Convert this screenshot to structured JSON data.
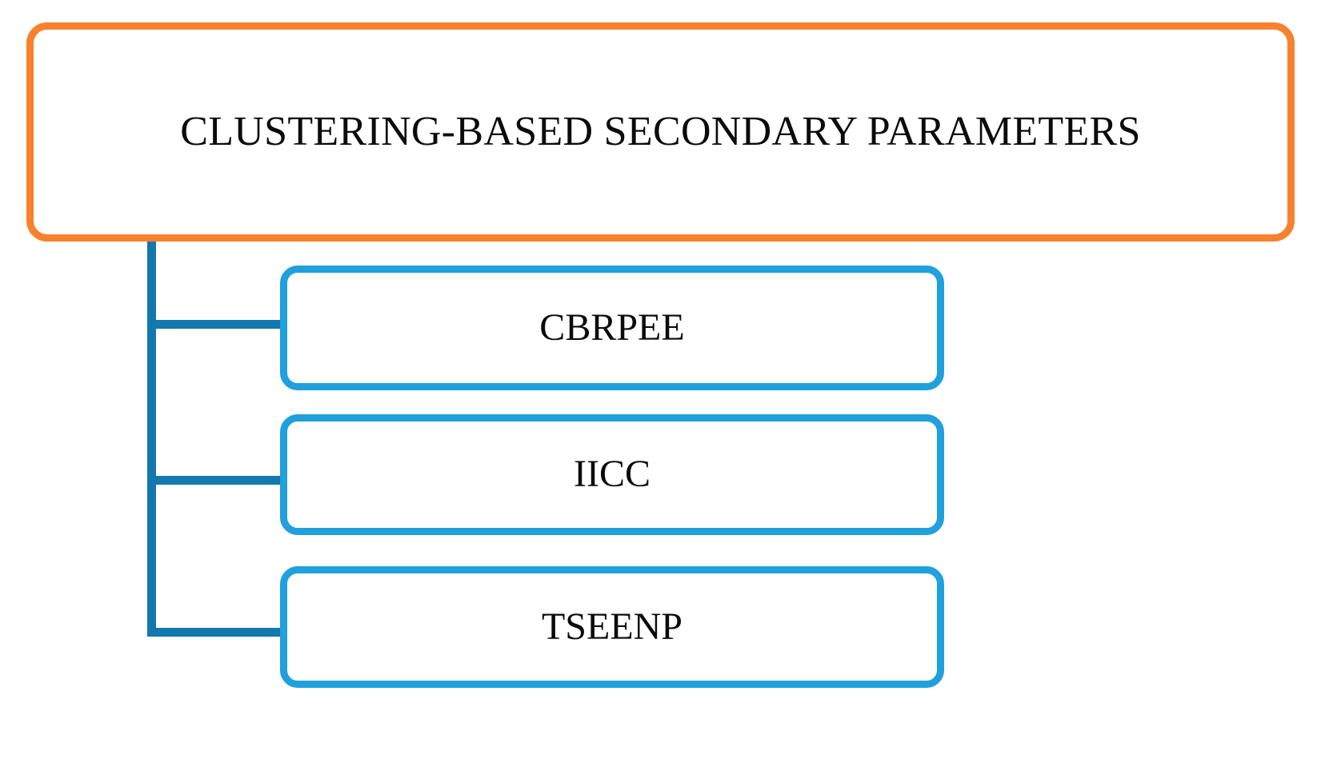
{
  "diagram": {
    "type": "hierarchy-tree",
    "background_color": "#ffffff",
    "root": {
      "label": "CLUSTERING-BASED SECONDARY PARAMETERS",
      "border_color": "#f8812e",
      "fill_color": "#ffffff",
      "text_color": "#0b0b0b"
    },
    "connector": {
      "color": "#1378ad",
      "style": "orthogonal-elbow"
    },
    "children": [
      {
        "label": "CBRPEE",
        "border_color": "#20a0dc",
        "fill_color": "#ffffff",
        "text_color": "#0b0b0b"
      },
      {
        "label": "IICC",
        "border_color": "#20a0dc",
        "fill_color": "#ffffff",
        "text_color": "#0b0b0b"
      },
      {
        "label": "TSEENP",
        "border_color": "#20a0dc",
        "fill_color": "#ffffff",
        "text_color": "#0b0b0b"
      }
    ]
  }
}
